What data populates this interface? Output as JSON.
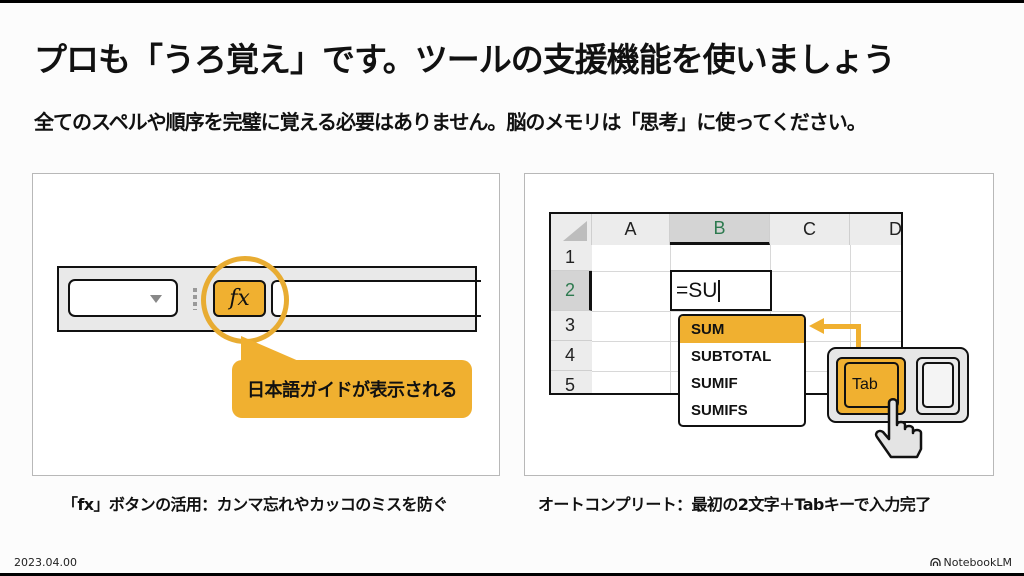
{
  "slide": {
    "title": "プロも「うろ覚え」です。ツールの支援機能を使いましょう",
    "subtitle": "全てのスペルや順序を完璧に覚える必要はありません。脳のメモリは「思考」に使ってください。"
  },
  "left_panel": {
    "fx_button_label": "fx",
    "callout_text": "日本語ガイドが表示される",
    "caption": "「fx」ボタンの活用：カンマ忘れやカッコのミスを防ぐ"
  },
  "right_panel": {
    "columns": [
      "A",
      "B",
      "C",
      "D"
    ],
    "rows": [
      "1",
      "2",
      "3",
      "4",
      "5"
    ],
    "selected_column": "B",
    "selected_row": "2",
    "active_cell_value": "=SU",
    "autocomplete": [
      {
        "label": "SUM",
        "selected": true
      },
      {
        "label": "SUBTOTAL",
        "selected": false
      },
      {
        "label": "SUMIF",
        "selected": false
      },
      {
        "label": "SUMIFS",
        "selected": false
      }
    ],
    "tab_key_label": "Tab",
    "caption": "オートコンプリート：最初の2文字＋Tabキーで入力完了"
  },
  "footer": {
    "date": "2023.04.00",
    "brand": "NotebookLM"
  },
  "colors": {
    "accent": "#f0b030",
    "ring": "#e8ac32",
    "selected_header_text": "#2d7a4f"
  }
}
